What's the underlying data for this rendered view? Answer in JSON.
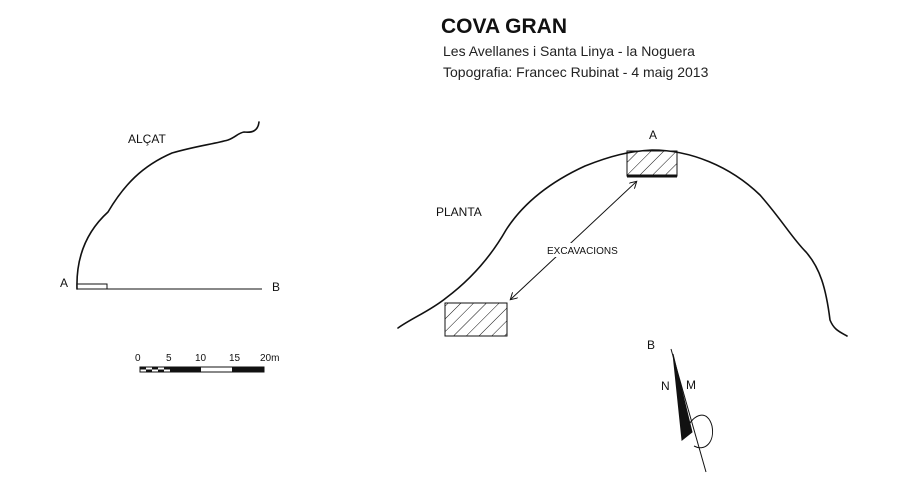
{
  "header": {
    "title": "COVA GRAN",
    "location": "Les Avellanes i Santa Linya - la Noguera",
    "credit": "Topografia: Francec Rubinat -  4 maig 2013"
  },
  "elevation": {
    "label": "ALÇAT",
    "point_a": "A",
    "point_b": "B"
  },
  "plan": {
    "label": "PLANTA",
    "point_a": "A",
    "annotation": "EXCAVACIONS"
  },
  "scale_bar": {
    "ticks": [
      "0",
      "5",
      "10",
      "15",
      "20m"
    ]
  },
  "north_arrow": {
    "label_b": "B",
    "label_n": "N",
    "label_m": "M"
  }
}
